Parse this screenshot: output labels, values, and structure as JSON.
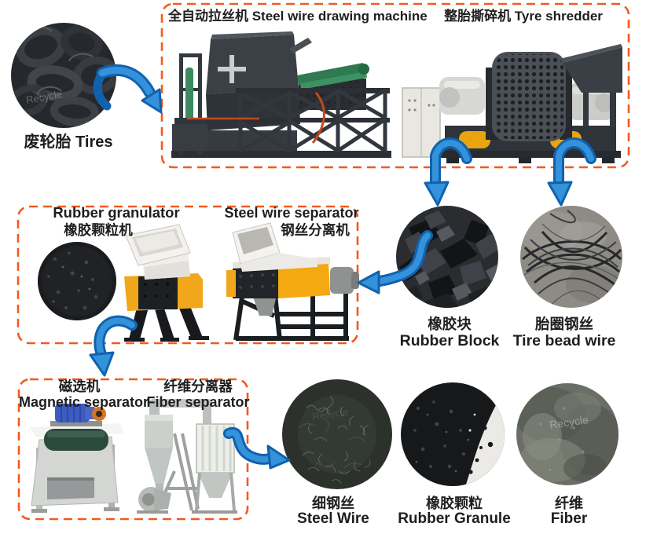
{
  "watermark": "Recycle",
  "colors": {
    "background": "#ffffff",
    "dash_border": "#f25a1d",
    "arrow_fill": "#3392da",
    "arrow_edge": "#1261ae",
    "text": "#1e1e1e",
    "machine_yellow": "#f0a71b",
    "machine_green": "#3c8a60"
  },
  "source": {
    "label": "废轮胎 Tires"
  },
  "stage1": {
    "drawing_machine": "全自动拉丝机 Steel wire drawing machine",
    "shredder": "整胎撕碎机 Tyre shredder"
  },
  "stage2": {
    "granulator_en": "Rubber granulator",
    "granulator_zh": "橡胶颗粒机",
    "wire_separator_en": "Steel wire separator",
    "wire_separator_zh": "钢丝分离机"
  },
  "stage2_outputs": {
    "rubber_block_zh": "橡胶块",
    "rubber_block_en": "Rubber Block",
    "bead_wire_zh": "胎圈钢丝",
    "bead_wire_en": "Tire bead wire"
  },
  "stage3": {
    "magnetic_zh": "磁选机",
    "magnetic_en": "Magnetic separator",
    "fiber_zh": "纤维分离器",
    "fiber_en": "Fiber separator"
  },
  "final_outputs": {
    "steel_wire_zh": "细钢丝",
    "steel_wire_en": "Steel Wire",
    "rubber_granule_zh": "橡胶颗粒",
    "rubber_granule_en": "Rubber Granule",
    "fiber_zh": "纤维",
    "fiber_en": "Fiber"
  }
}
